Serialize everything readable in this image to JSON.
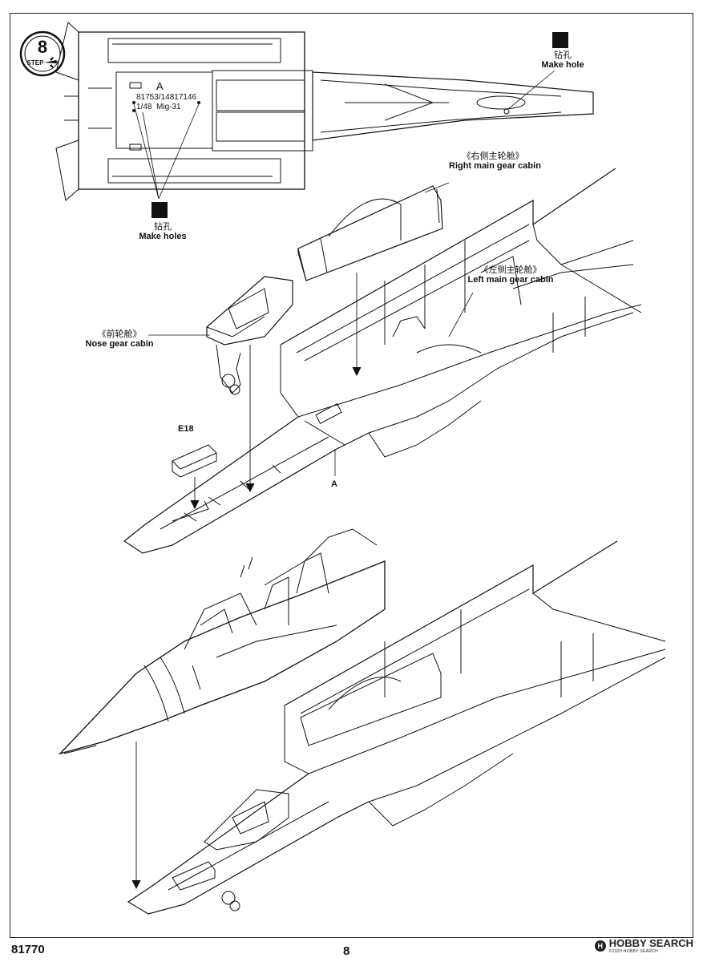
{
  "step": {
    "label": "STEP",
    "number": "8"
  },
  "callouts": {
    "make_hole": {
      "cn": "钻孔",
      "en": "Make hole"
    },
    "make_holes": {
      "cn": "钻孔",
      "en": "Make holes"
    },
    "right_gear": {
      "cn": "《右侧主轮舱》",
      "en": "Right main gear cabin"
    },
    "left_gear": {
      "cn": "《左侧主轮舱》",
      "en": "Left main gear cabin"
    },
    "nose_gear": {
      "cn": "《前轮舱》",
      "en": "Nose gear cabin"
    }
  },
  "part_labels": {
    "fuselage_part": "A",
    "fuselage_code": "81753/14817146",
    "fuselage_model": "1/48  Mig-31",
    "e18": "E18",
    "a_pointer": "A"
  },
  "footer": {
    "kit_number": "81770",
    "page_number": "8"
  },
  "watermark": {
    "brand": "HOBBY SEARCH",
    "badge": "H",
    "sub": "©2020 HOBBY SEARCH"
  }
}
